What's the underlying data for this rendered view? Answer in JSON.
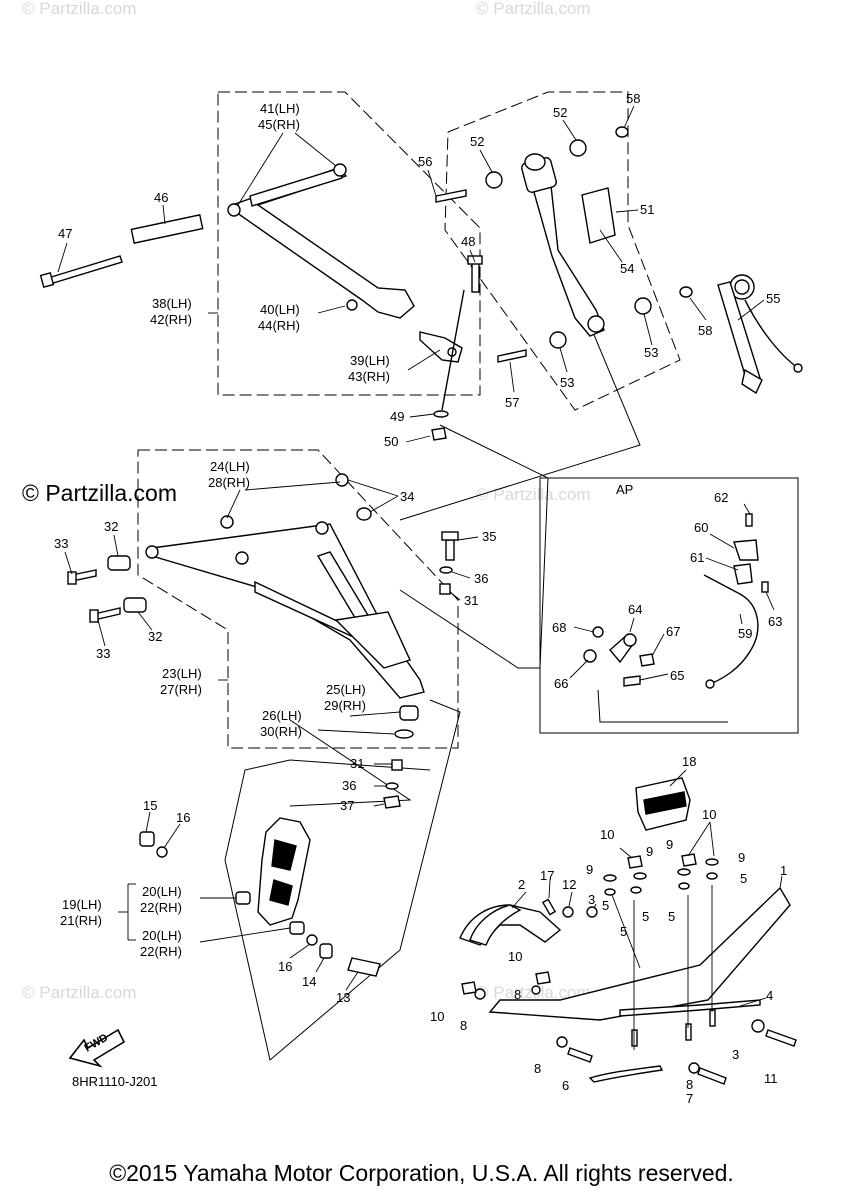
{
  "watermarks": {
    "top_left": "© Partzilla.com",
    "top_right": "© Partzilla.com",
    "mid_left": "© Partzilla.com",
    "mid_center": "© Partzilla.com",
    "bottom_left": "© Partzilla.com",
    "bottom_center": "© Partzilla.com"
  },
  "box_label": "AP",
  "fwd_label": "FWD",
  "diagram_code": "8HR1110-J201",
  "copyright": "©2015 Yamaha Motor Corporation, U.S.A. All rights reserved.",
  "callouts": {
    "c1": "1",
    "c2": "2",
    "c3a": "3",
    "c3b": "3",
    "c4": "4",
    "c5a": "5",
    "c5b": "5",
    "c5c": "5",
    "c5d": "5",
    "c5e": "5",
    "c6": "6",
    "c7": "7",
    "c8a": "8",
    "c8b": "8",
    "c8c": "8",
    "c8d": "8",
    "c9a": "9",
    "c9b": "9",
    "c9c": "9",
    "c9d": "9",
    "c10a": "10",
    "c10b": "10",
    "c10c": "10",
    "c10d": "10",
    "c11": "11",
    "c12": "12",
    "c13": "13",
    "c14": "14",
    "c15": "15",
    "c16a": "16",
    "c16b": "16",
    "c17": "17",
    "c18": "18",
    "c19_21": [
      "19(LH)",
      "21(RH)"
    ],
    "c20_22a": [
      "20(LH)",
      "22(RH)"
    ],
    "c20_22b": [
      "20(LH)",
      "22(RH)"
    ],
    "c23_27": [
      "23(LH)",
      "27(RH)"
    ],
    "c24_28": [
      "24(LH)",
      "28(RH)"
    ],
    "c25_29": [
      "25(LH)",
      "29(RH)"
    ],
    "c26_30": [
      "26(LH)",
      "30(RH)"
    ],
    "c31a": "31",
    "c31b": "31",
    "c32a": "32",
    "c32b": "32",
    "c33a": "33",
    "c33b": "33",
    "c34": "34",
    "c35": "35",
    "c36a": "36",
    "c36b": "36",
    "c37": "37",
    "c38_42": [
      "38(LH)",
      "42(RH)"
    ],
    "c39_43": [
      "39(LH)",
      "43(RH)"
    ],
    "c40_44": [
      "40(LH)",
      "44(RH)"
    ],
    "c41_45": [
      "41(LH)",
      "45(RH)"
    ],
    "c46": "46",
    "c47": "47",
    "c48": "48",
    "c49": "49",
    "c50": "50",
    "c51": "51",
    "c52a": "52",
    "c52b": "52",
    "c53a": "53",
    "c53b": "53",
    "c54": "54",
    "c55": "55",
    "c56": "56",
    "c57": "57",
    "c58a": "58",
    "c58b": "58",
    "c59": "59",
    "c60": "60",
    "c61": "61",
    "c62": "62",
    "c63": "63",
    "c64": "64",
    "c65": "65",
    "c66": "66",
    "c67": "67",
    "c68": "68"
  }
}
